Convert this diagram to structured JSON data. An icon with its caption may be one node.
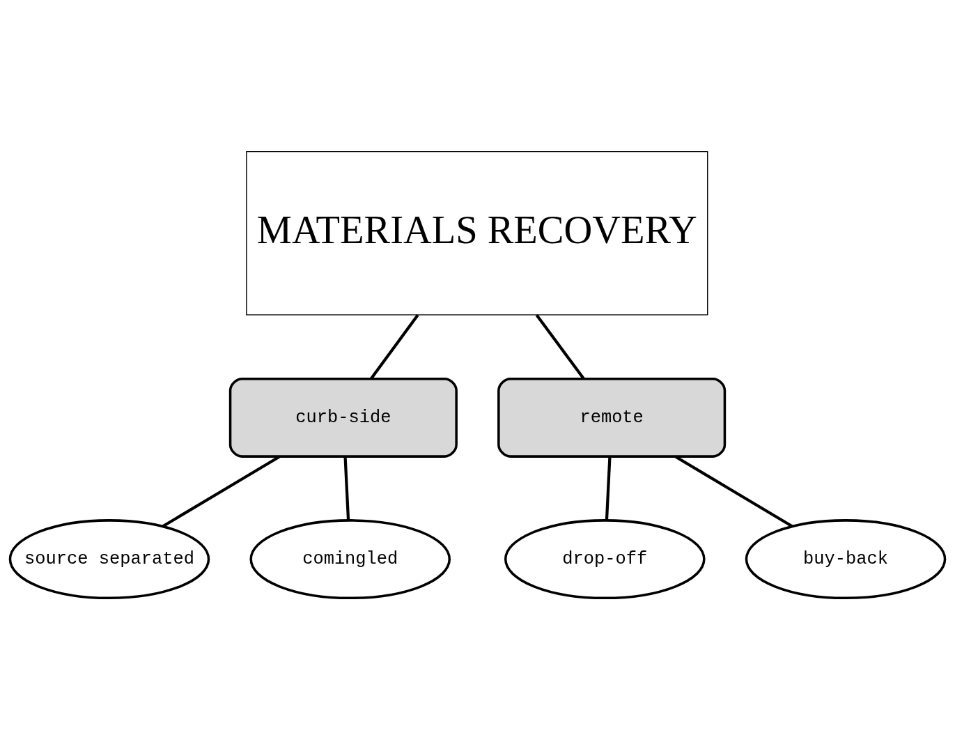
{
  "diagram": {
    "nodes": [
      {
        "text": [
          "MATERIALS RECOVERY"
        ]
      },
      {
        "text": [
          "curb-side"
        ]
      },
      {
        "text": [
          "remote"
        ]
      },
      {
        "text": [
          "source separated"
        ]
      },
      {
        "text": [
          "comingled"
        ]
      },
      {
        "text": [
          "drop-off"
        ]
      },
      {
        "text": [
          "buy-back"
        ]
      }
    ],
    "edges": [
      {
        "from": 0,
        "to": 1,
        "arrow": "none"
      },
      {
        "from": 0,
        "to": 2,
        "arrow": "none"
      },
      {
        "from": 1,
        "to": 3,
        "arrow": "none"
      },
      {
        "from": 1,
        "to": 4,
        "arrow": "none"
      },
      {
        "from": 2,
        "to": 5,
        "arrow": "none"
      },
      {
        "from": 2,
        "to": 6,
        "arrow": "none"
      }
    ]
  }
}
